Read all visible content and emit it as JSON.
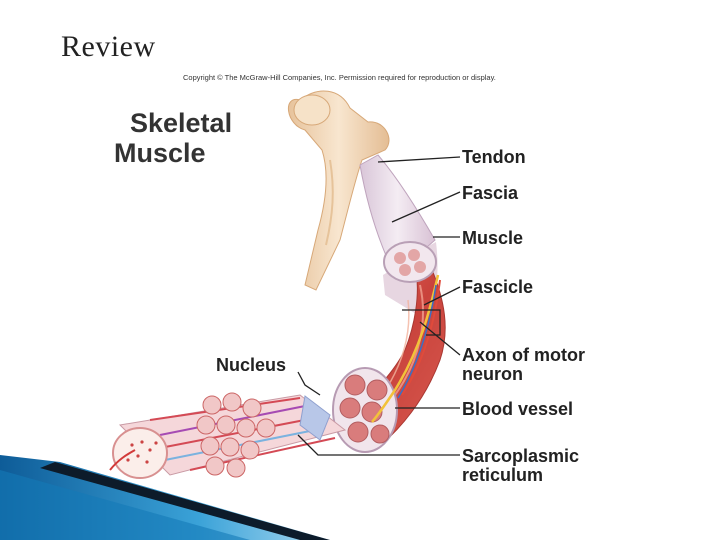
{
  "slide": {
    "title": "Review"
  },
  "figure": {
    "copyright": "Copyright © The McGraw-Hill Companies, Inc. Permission required for reproduction or display.",
    "title_line1": "Skeletal",
    "title_line2": "Muscle",
    "labels": {
      "tendon": "Tendon",
      "fascia": "Fascia",
      "muscle": "Muscle",
      "fascicle": "Fascicle",
      "axon_line1": "Axon of motor",
      "axon_line2": "neuron",
      "blood_vessel": "Blood vessel",
      "sr_line1": "Sarcoplasmic",
      "sr_line2": "reticulum",
      "nucleus": "Nucleus"
    }
  },
  "colors": {
    "bone": "#f3dcc0",
    "muscle": "#d8534a",
    "fascia": "#e9dbe6",
    "slide_accent": "#1a78b5"
  }
}
